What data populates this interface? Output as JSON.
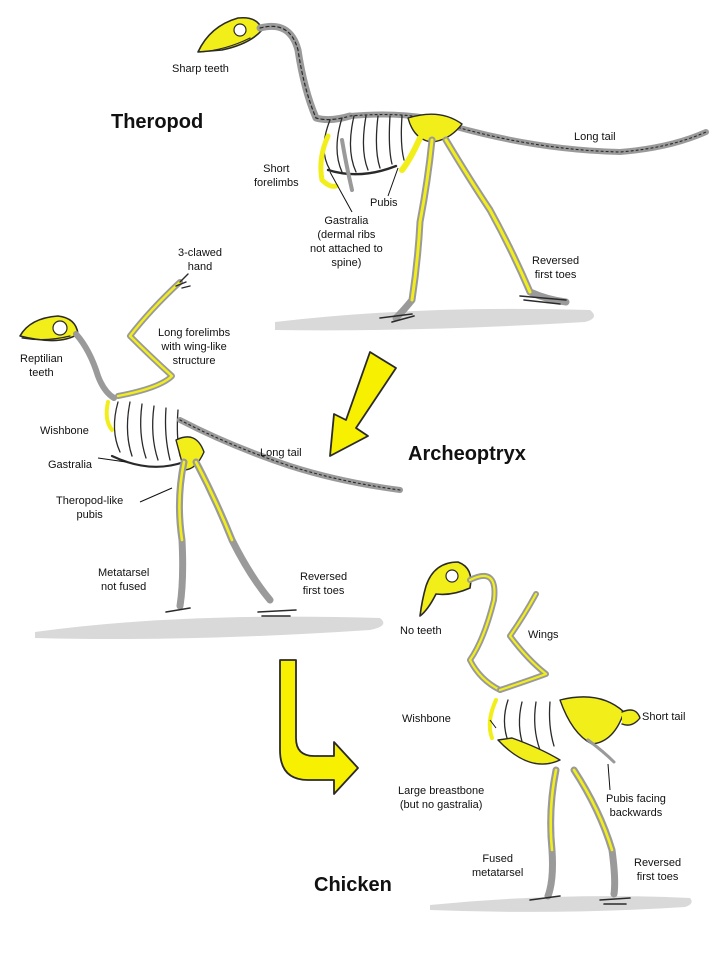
{
  "titles": {
    "theropod": "Theropod",
    "archeoptryx": "Archeoptryx",
    "chicken": "Chicken"
  },
  "theropod": {
    "sharp_teeth": "Sharp teeth",
    "short_forelimbs": [
      "Short",
      "forelimbs"
    ],
    "gastralia": [
      "Gastralia",
      "(dermal ribs",
      "not attached to",
      "spine)"
    ],
    "pubis": "Pubis",
    "long_tail": "Long tail",
    "reversed_first_toes": [
      "Reversed",
      "first toes"
    ]
  },
  "archeoptryx": {
    "three_clawed_hand": [
      "3-clawed",
      "hand"
    ],
    "long_forelimbs": [
      "Long forelimbs",
      "with wing-like",
      "structure"
    ],
    "reptilian_teeth": [
      "Reptilian",
      "teeth"
    ],
    "wishbone": "Wishbone",
    "gastralia": "Gastralia",
    "long_tail": "Long tail",
    "theropod_like_pubis": [
      "Theropod-like",
      "pubis"
    ],
    "metatarsel_not_fused": [
      "Metatarsel",
      "not fused"
    ],
    "reversed_first_toes": [
      "Reversed",
      "first toes"
    ]
  },
  "chicken": {
    "no_teeth": "No teeth",
    "wings": "Wings",
    "wishbone": "Wishbone",
    "short_tail": "Short tail",
    "large_breastbone": [
      "Large breastbone",
      "(but no gastralia)"
    ],
    "pubis_backwards": [
      "Pubis facing",
      "backwards"
    ],
    "fused_metatarsel": [
      "Fused",
      "metatarsel"
    ],
    "reversed_first_toes": [
      "Reversed",
      "first toes"
    ]
  },
  "colors": {
    "bone_yellow": "#f2ee1a",
    "bone_gray": "#9a9a9a",
    "outline": "#2a2a2a",
    "arrow_fill": "#f7f000",
    "ground": "#cfcfcf"
  }
}
